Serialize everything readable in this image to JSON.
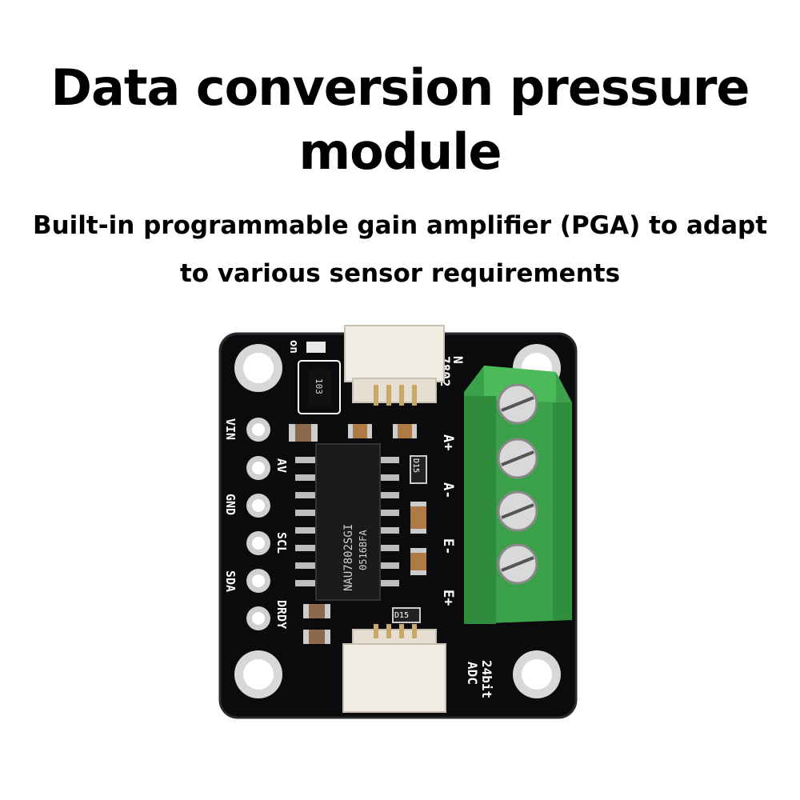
{
  "title_line1": "Data conversion pressure",
  "title_line2": "module",
  "subtitle_line1": "Built-in programmable gain amplifier (PGA) to adapt",
  "subtitle_line2": "to various sensor requirements",
  "board": {
    "pins_left": [
      "VIN",
      "AV",
      "GND",
      "SCL",
      "SDA",
      "DRDY"
    ],
    "pins_right": [
      "A+",
      "A-",
      "E-",
      "E+"
    ],
    "chip_text_1": "NAU7802SGI",
    "chip_text_2": "0516BFA",
    "marking_top_left": "on",
    "marking_top_right_1": "N",
    "marking_top_right_2": "7802",
    "marking_bottom_right_1": "24bit",
    "marking_bottom_right_2": "ADC",
    "resistor_103": "103",
    "led_d15_top": "D15",
    "led_d15_bottom": "D15"
  },
  "colors": {
    "pcb": "#0b0b0d",
    "terminal_green": "#3aa14a",
    "connector": "#f1ece2",
    "gold": "#c9a86a"
  }
}
